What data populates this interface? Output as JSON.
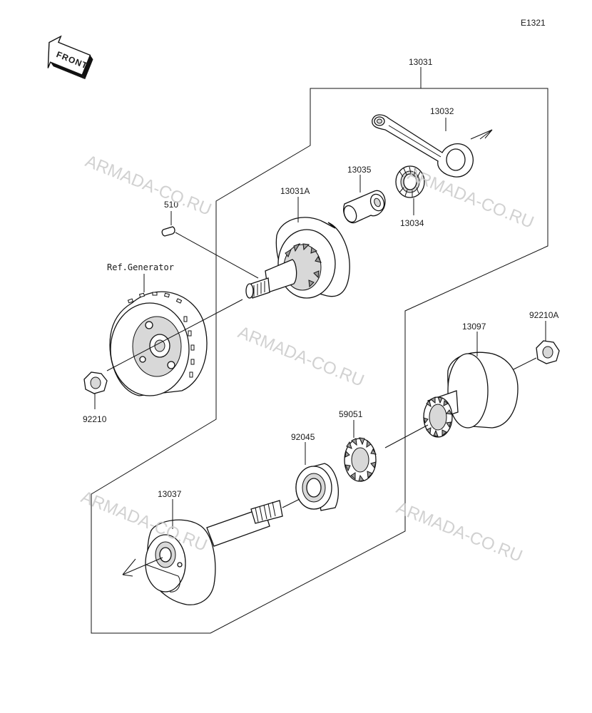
{
  "diagram_code": "E1321",
  "front_marker": "FRONT",
  "part_labels": {
    "p13031": "13031",
    "p13032": "13032",
    "p13035": "13035",
    "p13034": "13034",
    "p13031A": "13031A",
    "p510": "510",
    "ref_generator": "Ref.Generator",
    "p92210": "92210",
    "p92210A": "92210A",
    "p13097": "13097",
    "p59051": "59051",
    "p92045": "92045",
    "p13037": "13037"
  },
  "watermarks": [
    "ARMADA-CO.RU",
    "ARMADA-CO.RU",
    "ARMADA-CO.RU",
    "ARMADA-CO.RU",
    "ARMADA-CO.RU"
  ],
  "colors": {
    "line": "#111111",
    "watermark": "#c9c9c9",
    "background": "#ffffff"
  }
}
